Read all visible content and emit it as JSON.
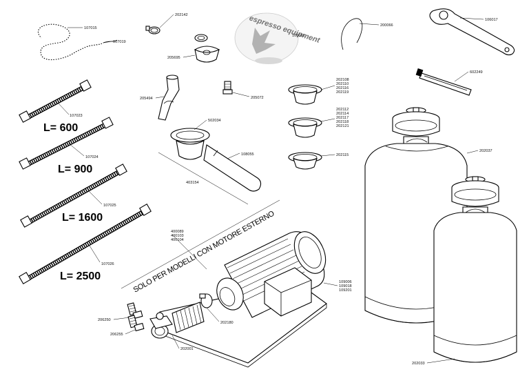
{
  "parts": {
    "p107015": "107015",
    "p007019": "007019",
    "p202142": "202142",
    "p205695": "205695",
    "p106001": "106001",
    "p200066": "200066",
    "p106017": "106017",
    "p602249": "602249",
    "p205494": "205494",
    "p205072": "205072",
    "p107023": "107023",
    "p107024": "107024",
    "p107025": "107025",
    "p107026": "107026",
    "p502034": "502034",
    "p108055": "108055",
    "p403154": "403154",
    "p202037": "202037",
    "p202033": "202033",
    "p400089": "400089",
    "p400103": "400103",
    "p400104": "400104",
    "p109006": "109006",
    "p109018": "109018",
    "p109201": "109201",
    "p202180": "202180",
    "p202001": "202001",
    "p206250": "206250",
    "p206255": "206255",
    "basket1": [
      "202108",
      "202110",
      "202116",
      "202119"
    ],
    "basket2": [
      "202112",
      "202114",
      "202117",
      "202118",
      "202121"
    ],
    "p202115": "202115"
  },
  "lengths": {
    "l600": "L= 600",
    "l900": "L= 900",
    "l1600": "L= 1600",
    "l2500": "L= 2500"
  },
  "note": "SOLO PER MODELLI CON MOTORE ESTERNO",
  "watermark": "espresso equipment"
}
